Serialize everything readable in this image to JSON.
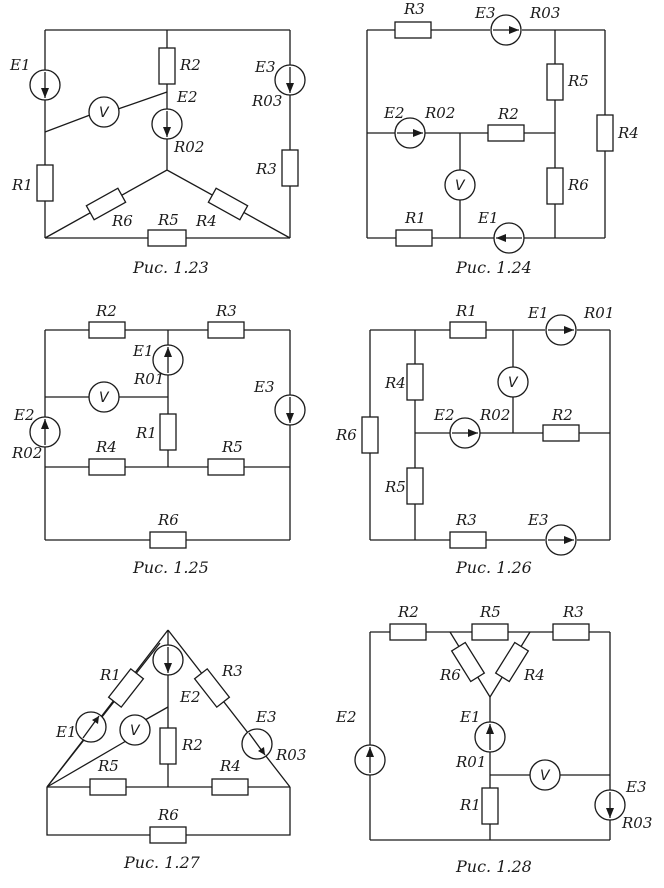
{
  "labels": {
    "R1": "R1",
    "R2": "R2",
    "R3": "R3",
    "R4": "R4",
    "R5": "R5",
    "R6": "R6",
    "E1": "E1",
    "E2": "E2",
    "E3": "E3",
    "R01": "R01",
    "R02": "R02",
    "R03": "R03",
    "V": "V"
  },
  "figures": [
    {
      "caption": "Рис. 1.23"
    },
    {
      "caption": "Рис. 1.24"
    },
    {
      "caption": "Рис. 1.25"
    },
    {
      "caption": "Рис. 1.26"
    },
    {
      "caption": "Рис. 1.27"
    },
    {
      "caption": "Рис. 1.28"
    }
  ]
}
